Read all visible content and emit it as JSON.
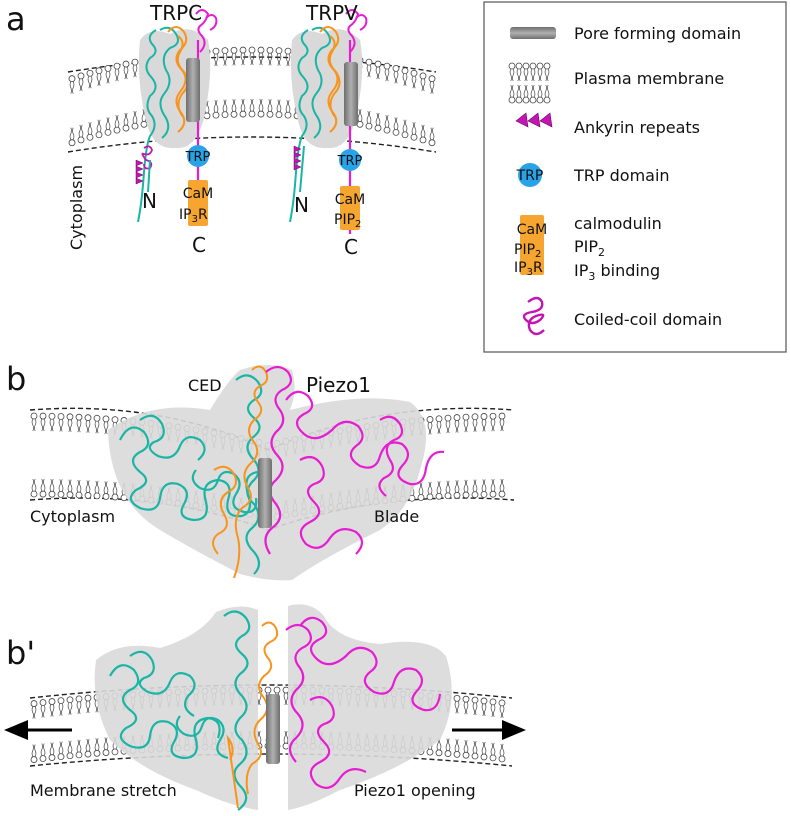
{
  "panel_a": {
    "letter": "a",
    "trpc_title": "TRPC",
    "trpv_title": "TRPV",
    "cytoplasm": "Cytoplasm",
    "n_term": "N",
    "c_term": "C",
    "trp": "TRP",
    "cam": "CaM",
    "ip3r_base": "IP",
    "ip3r_sub": "3",
    "ip3r_tail": "R",
    "pip2_base": "PIP",
    "pip2_sub": "2"
  },
  "legend": {
    "items": [
      {
        "label": "Pore forming domain",
        "icon": "cylinder-icon"
      },
      {
        "label": "Plasma membrane",
        "icon": "membrane-icon"
      },
      {
        "label": "Ankyrin repeats",
        "icon": "triangles-icon"
      },
      {
        "label": "TRP domain",
        "icon": "trp-circle-icon"
      },
      {
        "label": "calmodulin",
        "icon": "binding-box-icon"
      },
      {
        "label": "Coiled-coil domain",
        "icon": "coil-icon"
      }
    ],
    "pip2_base": "PIP",
    "pip2_sub": "2",
    "ip3_base": "IP",
    "ip3_sub": "3",
    "ip3_tail": " binding",
    "box_cam": "CaM",
    "box_pip": "PIP",
    "box_pip_sub": "2",
    "box_ip": "IP",
    "box_ip_sub": "3",
    "box_ip_tail": "R",
    "trp_icon_text": "TRP"
  },
  "panel_b": {
    "letter": "b",
    "ced": "CED",
    "title": "Piezo1",
    "cytoplasm": "Cytoplasm",
    "blade": "Blade"
  },
  "panel_b2": {
    "letter": "b'",
    "left_caption": "Membrane stretch",
    "right_caption": "Piezo1 opening"
  },
  "colors": {
    "teal": "#1bb5a5",
    "orange": "#f7941d",
    "magenta": "#e61ed2",
    "gray_shade": "#d9d9d9",
    "trp_blue": "#29a3e8",
    "box_orange": "#f7a531",
    "ankyrin": "#c414b4",
    "pore": "#8c8c8c"
  }
}
